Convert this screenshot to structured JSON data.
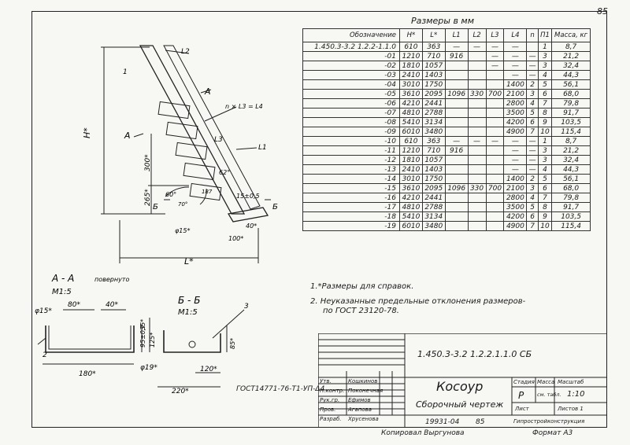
{
  "page_number": "85",
  "table": {
    "title": "Размеры в мм",
    "headers": [
      "Обозначение",
      "H*",
      "L*",
      "L1",
      "L2",
      "L3",
      "L4",
      "n",
      "П1",
      "Масса, кг"
    ],
    "rows": [
      [
        "1.450.3-3.2  1.2.2-1.1.0",
        "610",
        "363",
        "—",
        "—",
        "—",
        "—",
        "",
        "1",
        "8,7"
      ],
      [
        "-01",
        "1210",
        "710",
        "916",
        "",
        "—",
        "—",
        "—",
        "3",
        "21,2"
      ],
      [
        "-02",
        "1810",
        "1057",
        "",
        "",
        "—",
        "—",
        "—",
        "3",
        "32,4"
      ],
      [
        "-03",
        "2410",
        "1403",
        "",
        "",
        "",
        "—",
        "—",
        "4",
        "44,3"
      ],
      [
        "-04",
        "3010",
        "1750",
        "",
        "",
        "",
        "1400",
        "2",
        "5",
        "56,1"
      ],
      [
        "-05",
        "3610",
        "2095",
        "1096",
        "330",
        "700",
        "2100",
        "3",
        "6",
        "68,0"
      ],
      [
        "-06",
        "4210",
        "2441",
        "",
        "",
        "",
        "2800",
        "4",
        "7",
        "79,8"
      ],
      [
        "-07",
        "4810",
        "2788",
        "",
        "",
        "",
        "3500",
        "5",
        "8",
        "91,7"
      ],
      [
        "-08",
        "5410",
        "3134",
        "",
        "",
        "",
        "4200",
        "6",
        "9",
        "103,5"
      ],
      [
        "-09",
        "6010",
        "3480",
        "",
        "",
        "",
        "4900",
        "7",
        "10",
        "115,4"
      ],
      [
        "-10",
        "610",
        "363",
        "—",
        "—",
        "—",
        "—",
        "—",
        "1",
        "8,7"
      ],
      [
        "-11",
        "1210",
        "710",
        "916",
        "",
        "",
        "—",
        "—",
        "3",
        "21,2"
      ],
      [
        "-12",
        "1810",
        "1057",
        "",
        "",
        "",
        "—",
        "—",
        "3",
        "32,4"
      ],
      [
        "-13",
        "2410",
        "1403",
        "",
        "",
        "",
        "—",
        "—",
        "4",
        "44,3"
      ],
      [
        "-14",
        "3010",
        "1750",
        "",
        "",
        "",
        "1400",
        "2",
        "5",
        "56,1"
      ],
      [
        "-15",
        "3610",
        "2095",
        "1096",
        "330",
        "700",
        "2100",
        "3",
        "6",
        "68,0"
      ],
      [
        "-16",
        "4210",
        "2441",
        "",
        "",
        "",
        "2800",
        "4",
        "7",
        "79,8"
      ],
      [
        "-17",
        "4810",
        "2788",
        "",
        "",
        "",
        "3500",
        "5",
        "8",
        "91,7"
      ],
      [
        "-18",
        "5410",
        "3134",
        "",
        "",
        "",
        "4200",
        "6",
        "9",
        "103,5"
      ],
      [
        "-19",
        "6010",
        "3480",
        "",
        "",
        "",
        "4900",
        "7",
        "10",
        "115,4"
      ]
    ]
  },
  "notes": {
    "n1": "1.*Размеры для справок.",
    "n2a": "2. Неуказанные предельные отклонения размеров-",
    "n2b": "по ГОСТ 23120-78."
  },
  "drawing": {
    "label_H": "H*",
    "label_L": "L*",
    "label_L1": "L1",
    "label_L2": "L2",
    "label_L3": "L3",
    "label_nL3": "n × L3 = L4",
    "dim_300": "300*",
    "dim_265": "265*",
    "dim_62": "62°",
    "dim_60": "60°",
    "dim_70": "70°",
    "dim_187": "187",
    "dim_phi15": "φ15*",
    "dim_15x05": "15±0,5",
    "dim_40": "40*",
    "dim_100": "100*",
    "mark_A": "А",
    "mark_B": "Б",
    "mark_1": "1"
  },
  "sectionA": {
    "title": "А - А",
    "subtitle": "повернуто",
    "scale": "М1:5",
    "d_phi15": "φ15*",
    "d_80": "80*",
    "d_40": "40*",
    "d_95": "95±0,7",
    "d_125": "125*",
    "d_180": "180*",
    "mark_2": "2"
  },
  "sectionB": {
    "title": "Б - Б",
    "scale": "М1:5",
    "d_35": "35*",
    "d_85": "85*",
    "d_phi19": "φ19*",
    "d_120": "120*",
    "d_220": "220*",
    "mark_3": "3"
  },
  "gost_ref": "ГОСТ14771-76-Т1-УП-Δ4",
  "title_block": {
    "code": "1.450.3-3.2  1.2.2.1.1.0 СБ",
    "name": "Косоур",
    "doc_type": "Сборочный чертеж",
    "stage_label": "Стадия",
    "mass_label": "Масса",
    "scale_label": "Масштаб",
    "stage": "Р",
    "mass": "см. табл.",
    "scale": "1:10",
    "sheet_label": "Лист",
    "sheets_label": "Листов 1",
    "org": "Гипростройконструкция",
    "roles": [
      "Утв.",
      "Н.контр.",
      "Рук.гр.",
      "Пров.",
      "Разраб."
    ],
    "names": [
      "Кошкинов",
      "Поконечная",
      "Ефимов",
      "Агапова",
      "Хрусенова"
    ]
  },
  "footer": {
    "archive": "19931-04",
    "page": "85",
    "copied": "Копировал Выргунова",
    "format": "Формат А3"
  }
}
